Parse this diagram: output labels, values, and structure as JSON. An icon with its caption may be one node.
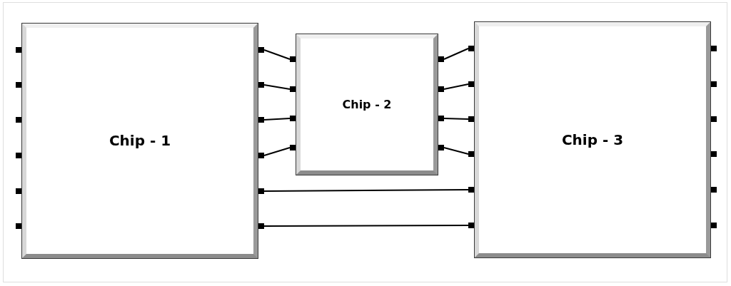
{
  "diagram": {
    "nodes": [
      {
        "text": [
          "Chip - 1"
        ]
      },
      {
        "text": [],
        "shape": "box"
      },
      {
        "text": [],
        "shape": "box"
      },
      {
        "text": [],
        "shape": "box"
      },
      {
        "text": [],
        "shape": "box"
      },
      {
        "text": [],
        "shape": "box"
      },
      {
        "text": [],
        "shape": "box"
      },
      {
        "text": [],
        "shape": "box"
      },
      {
        "text": [],
        "shape": "box"
      },
      {
        "text": [],
        "shape": "box"
      },
      {
        "text": [],
        "shape": "box"
      },
      {
        "text": [],
        "shape": "box"
      },
      {
        "text": [],
        "shape": "box"
      },
      {
        "text": [
          "Chip - 2"
        ]
      },
      {
        "text": [],
        "shape": "box"
      },
      {
        "text": [],
        "shape": "box"
      },
      {
        "text": [],
        "shape": "box"
      },
      {
        "text": [],
        "shape": "box"
      },
      {
        "text": [],
        "shape": "box"
      },
      {
        "text": [],
        "shape": "box"
      },
      {
        "text": [],
        "shape": "box"
      },
      {
        "text": [],
        "shape": "box"
      },
      {
        "text": [
          "Chip - 3"
        ]
      },
      {
        "text": [],
        "shape": "box"
      },
      {
        "text": [],
        "shape": "box"
      },
      {
        "text": [],
        "shape": "box"
      },
      {
        "text": [],
        "shape": "box"
      },
      {
        "text": [],
        "shape": "box"
      },
      {
        "text": [],
        "shape": "box"
      },
      {
        "text": [],
        "shape": "box"
      },
      {
        "text": [],
        "shape": "box"
      },
      {
        "text": [],
        "shape": "box"
      },
      {
        "text": [],
        "shape": "box"
      },
      {
        "text": [],
        "shape": "box"
      },
      {
        "text": [],
        "shape": "box"
      }
    ],
    "edges": [
      {
        "from": 7,
        "to": 14,
        "arrow": "none"
      },
      {
        "from": 8,
        "to": 15,
        "arrow": "none"
      },
      {
        "from": 9,
        "to": 16,
        "arrow": "none"
      },
      {
        "from": 10,
        "to": 17,
        "arrow": "none"
      },
      {
        "from": 18,
        "to": 23,
        "arrow": "none"
      },
      {
        "from": 19,
        "to": 24,
        "arrow": "none"
      },
      {
        "from": 20,
        "to": 25,
        "arrow": "none"
      },
      {
        "from": 21,
        "to": 26,
        "arrow": "none"
      },
      {
        "from": 11,
        "to": 27,
        "arrow": "none"
      },
      {
        "from": 12,
        "to": 28,
        "arrow": "none"
      }
    ]
  }
}
